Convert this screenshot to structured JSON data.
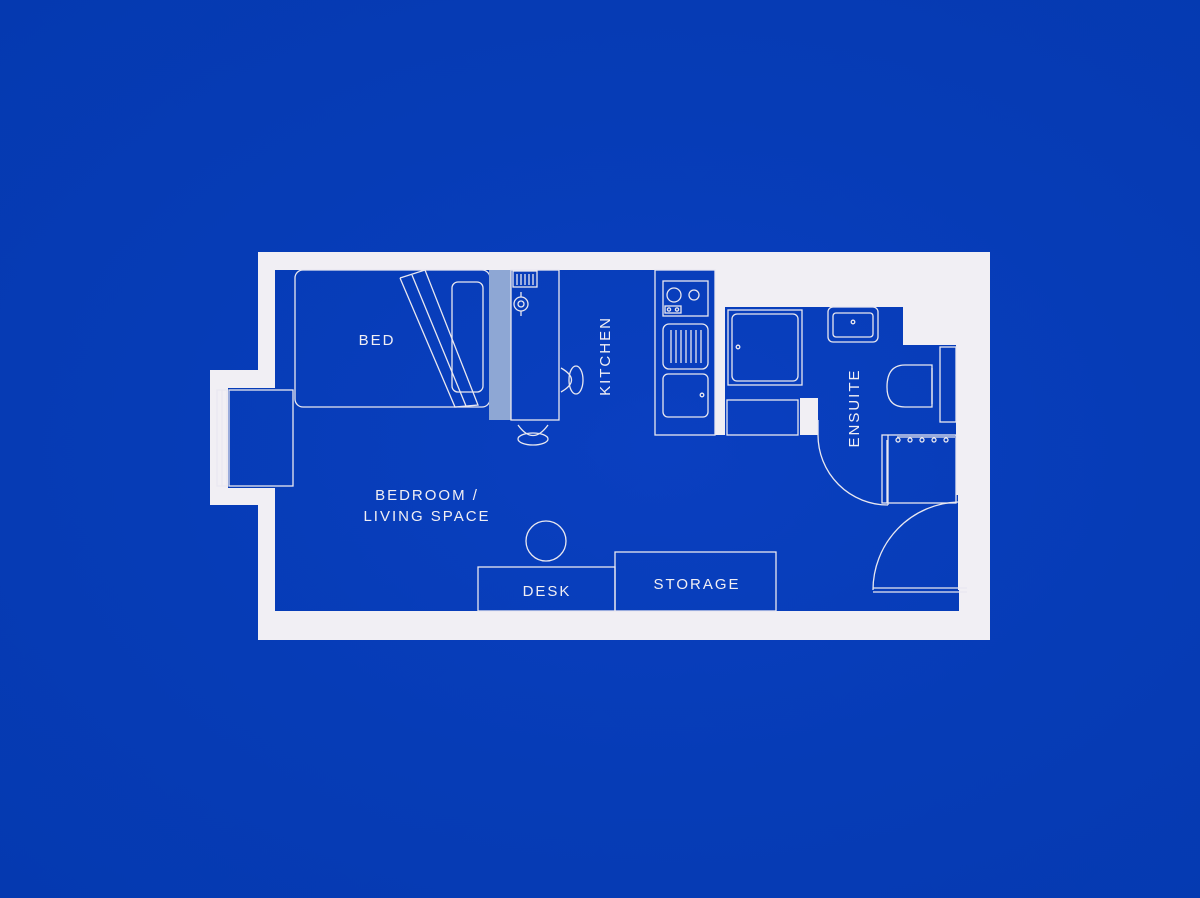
{
  "plan": {
    "colors": {
      "background": "#063cb6",
      "walls": "#f1eff4",
      "lines": "#e9e8f0",
      "highlight": "#8ea7d4"
    },
    "labels": {
      "bed": "BED",
      "kitchen": "KITCHEN",
      "ensuite": "ENSUITE",
      "living_line1": "BEDROOM /",
      "living_line2": "LIVING SPACE",
      "desk": "DESK",
      "storage": "STORAGE"
    }
  }
}
